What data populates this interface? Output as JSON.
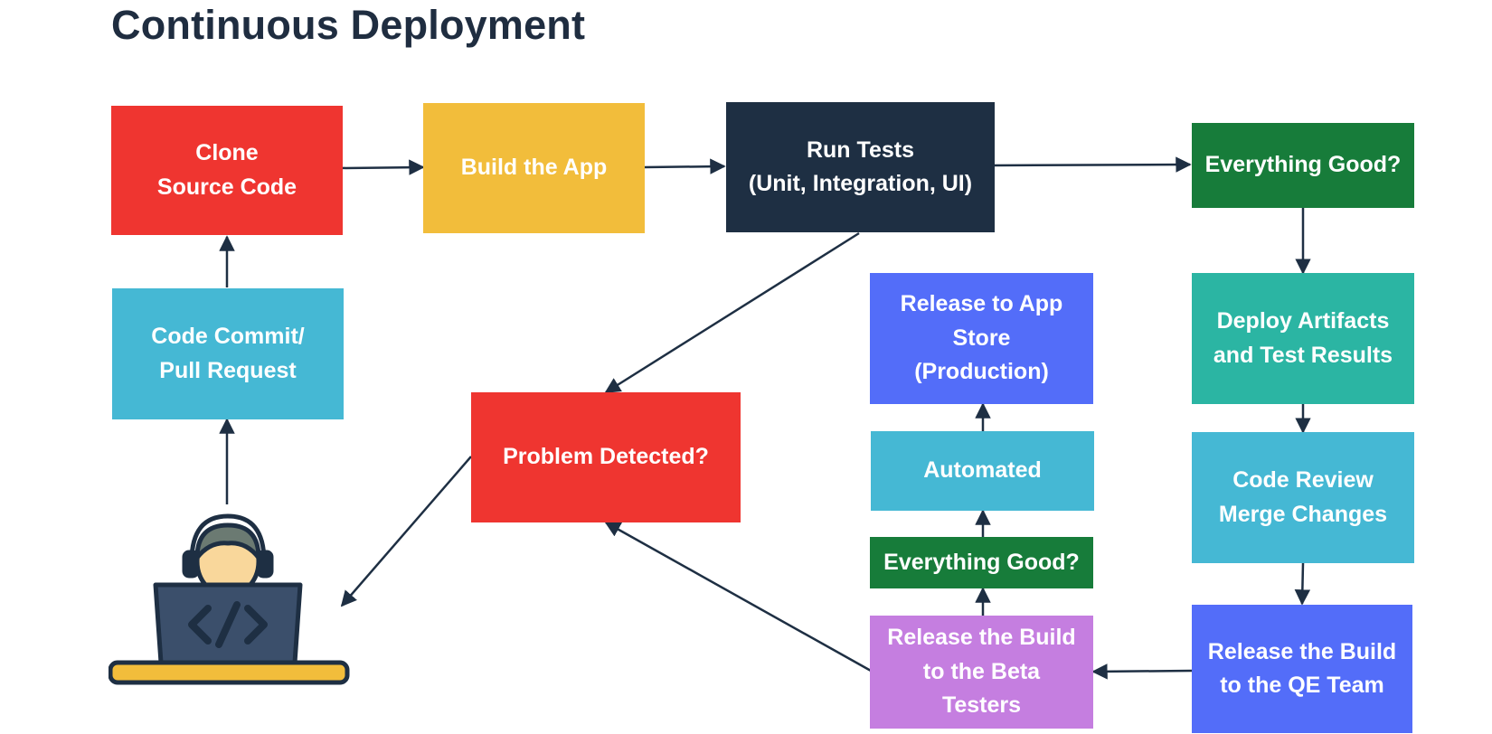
{
  "title": "Continuous Deployment",
  "colors": {
    "red": "#ef3530",
    "yellow": "#f2bd3b",
    "navy": "#1e2f43",
    "green": "#177c3a",
    "teal": "#2bb5a3",
    "cyan": "#45b8d4",
    "blue": "#536df9",
    "violet": "#c57ee0",
    "arrow": "#1e2f43"
  },
  "nodes": {
    "clone": {
      "line1": "Clone",
      "line2": "Source Code"
    },
    "build": {
      "line1": "Build the App"
    },
    "tests": {
      "line1": "Run Tests",
      "line2": "(Unit, Integration, UI)"
    },
    "good_top": {
      "line1": "Everything Good?"
    },
    "commit": {
      "line1": "Code Commit/",
      "line2": "Pull Request"
    },
    "problem": {
      "line1": "Problem Detected?"
    },
    "release_store": {
      "line1": "Release to App",
      "line2": "Store",
      "line3": "(Production)"
    },
    "automated": {
      "line1": "Automated"
    },
    "good_bottom": {
      "line1": "Everything Good?"
    },
    "beta": {
      "line1": "Release the Build",
      "line2": "to the Beta",
      "line3": "Testers"
    },
    "deploy": {
      "line1": "Deploy Artifacts",
      "line2": "and Test Results"
    },
    "review": {
      "line1": "Code Review",
      "line2": "Merge Changes"
    },
    "qe": {
      "line1": "Release the Build",
      "line2": "to the QE Team"
    }
  },
  "developer_icon": "developer-at-laptop-icon",
  "code_symbol": "</>"
}
